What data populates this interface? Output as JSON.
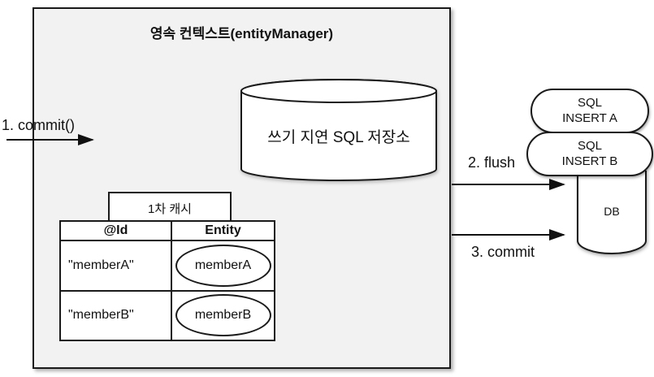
{
  "colors": {
    "stroke": "#1a1a1a",
    "box_fill": "#f2f2f2",
    "shape_fill": "#ffffff"
  },
  "main_box": {
    "title": "영속 컨텍스트(entityManager)"
  },
  "sql_store": {
    "label": "쓰기 지연 SQL 저장소"
  },
  "cache": {
    "tab_label": "1차 캐시",
    "headers": [
      "@Id",
      "Entity"
    ],
    "rows": [
      {
        "id": "\"memberA\"",
        "entity": "memberA"
      },
      {
        "id": "\"memberB\"",
        "entity": "memberB"
      }
    ]
  },
  "arrows": {
    "step1": "1. commit()",
    "step2": "2. flush",
    "step3": "3. commit"
  },
  "sql_queue": [
    {
      "line1": "SQL",
      "line2": "INSERT A"
    },
    {
      "line1": "SQL",
      "line2": "INSERT B"
    }
  ],
  "db": {
    "label": "DB"
  }
}
